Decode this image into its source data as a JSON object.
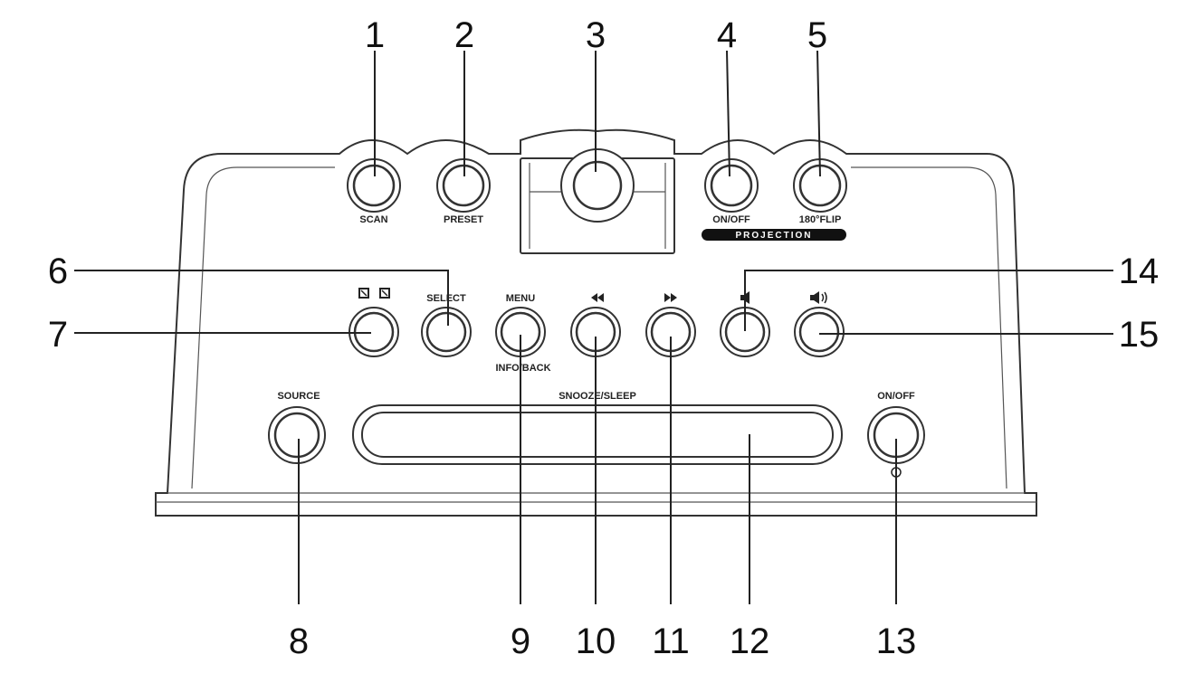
{
  "callouts": [
    "1",
    "2",
    "3",
    "4",
    "5",
    "6",
    "7",
    "8",
    "9",
    "10",
    "11",
    "12",
    "13",
    "14",
    "15"
  ],
  "buttons": {
    "scan": "SCAN",
    "preset": "PRESET",
    "projection_on_off": "ON/OFF",
    "flip": "180°FLIP",
    "projection_banner": "PROJECTION",
    "select": "SELECT",
    "menu": "MENU",
    "info_back": "INFO/BACK",
    "source": "SOURCE",
    "snooze_sleep": "SNOOZE/SLEEP",
    "power_on_off": "ON/OFF"
  },
  "icons": {
    "alarm": "alarm-icon",
    "rewind": "rewind-icon",
    "fast_forward": "fast-forward-icon",
    "volume_down": "volume-down-icon",
    "volume_up": "volume-up-icon",
    "standby": "standby-icon",
    "projector_lens": "projector-lens-icon"
  },
  "colors": {
    "line": "#333333",
    "banner": "#111111"
  }
}
